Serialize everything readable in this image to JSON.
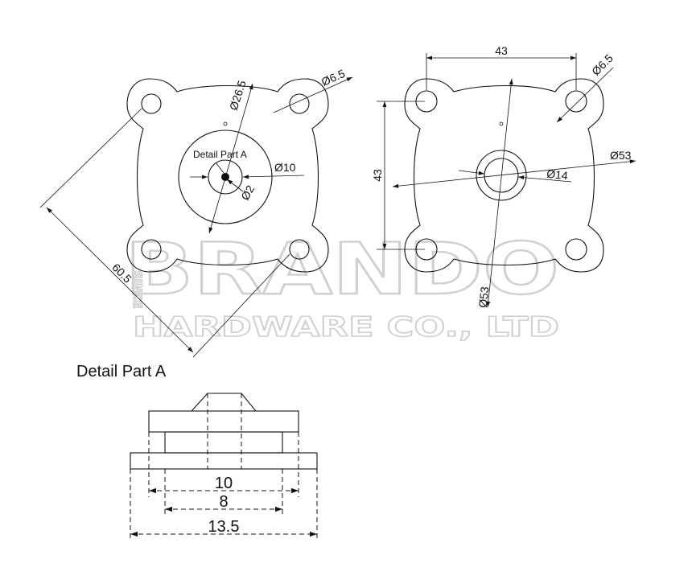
{
  "watermark": {
    "brand": "BRANDO",
    "line2": "HARDWARE CO., LTD",
    "side": "SINCE"
  },
  "left_view": {
    "dim_diag": "60.5",
    "dim_bolt": "Ø26.5",
    "dim_hole": "Ø6.5",
    "dim_inner": "Ø10",
    "dim_center": "Ø2",
    "callout": "Detail Part A",
    "mark": "o"
  },
  "right_view": {
    "dim_top": "43",
    "dim_left": "43",
    "dim_hole": "Ø6.5",
    "dim_outer": "Ø53",
    "dim_boss": "Ø14",
    "dim_bottom": "Ø53",
    "mark": "o"
  },
  "detail": {
    "title": "Detail Part A",
    "dim_10": "10",
    "dim_8": "8",
    "dim_13_5": "13.5"
  }
}
